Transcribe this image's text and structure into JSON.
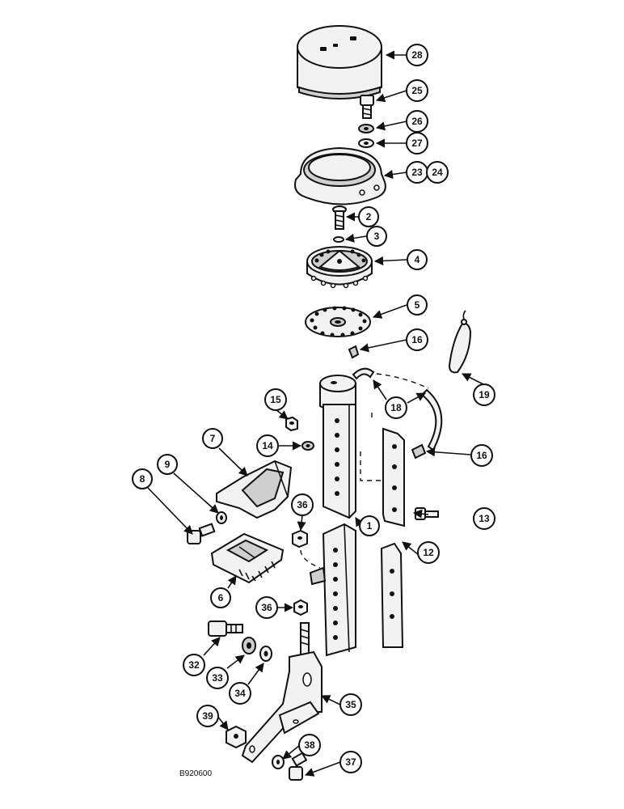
{
  "diagram": {
    "reference_code": "B920600",
    "callouts": [
      "28",
      "25",
      "26",
      "27",
      "23",
      "24",
      "2",
      "3",
      "4",
      "5",
      "16",
      "19",
      "18",
      "15",
      "14",
      "7",
      "9",
      "8",
      "36",
      "1",
      "12",
      "13",
      "16",
      "6",
      "36",
      "32",
      "33",
      "34",
      "35",
      "39",
      "38",
      "37"
    ]
  }
}
